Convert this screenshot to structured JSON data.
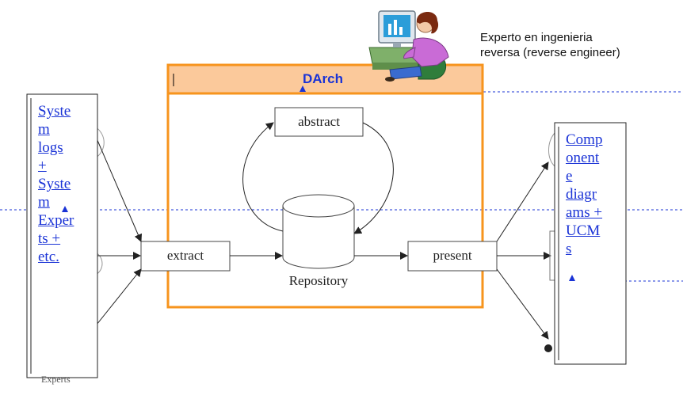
{
  "expert_caption": [
    "Experto en ingenieria",
    "reversa (reverse engineer)"
  ],
  "darch": {
    "title": "DArch",
    "accent": "#f7941d",
    "fill": "#fbc99b"
  },
  "nodes": {
    "abstract": "abstract",
    "extract": "extract",
    "present": "present",
    "repository": "Repository"
  },
  "left_note": [
    "Syste",
    "m",
    "logs",
    "+",
    "Syste",
    "m",
    "Exper",
    "ts +",
    "etc."
  ],
  "right_note": [
    "Comp",
    "onent",
    "e",
    "diagr",
    "ams +",
    "UCM",
    "s"
  ],
  "bottom_label": "Experts",
  "colors": {
    "link": "#1a33d6",
    "line": "#333333",
    "dotted": "#1a33d6"
  }
}
